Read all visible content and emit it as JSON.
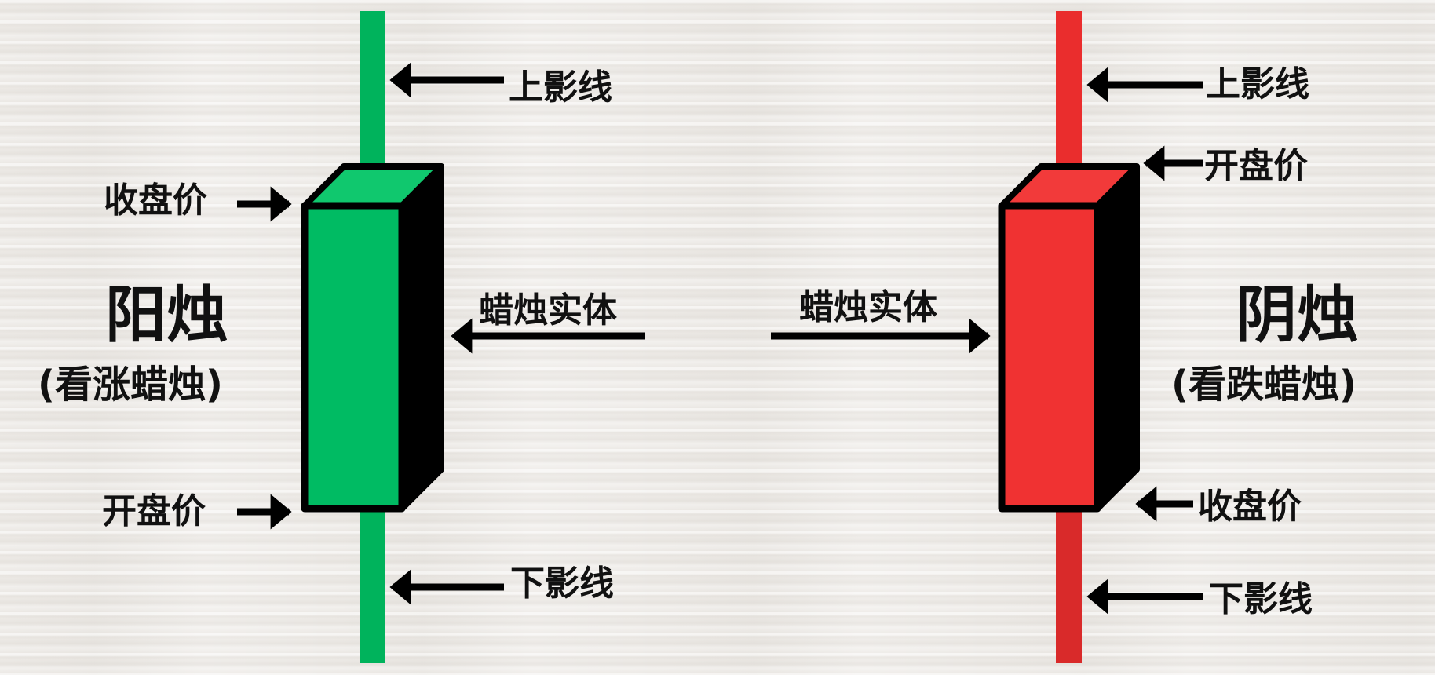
{
  "colors": {
    "bull": "#00bb63",
    "bull_top": "#10c86e",
    "bear": "#f03232",
    "bear_top": "#f23a3a",
    "outline": "#000000",
    "text": "#111111"
  },
  "bullish": {
    "title": "阳烛",
    "subtitle": "(看涨蜡烛)",
    "upper_shadow": "上影线",
    "close_price": "收盘价",
    "body": "蜡烛实体",
    "open_price": "开盘价",
    "lower_shadow": "下影线"
  },
  "bearish": {
    "title": "阴烛",
    "subtitle": "(看跌蜡烛)",
    "upper_shadow": "上影线",
    "open_price": "开盘价",
    "body": "蜡烛实体",
    "close_price": "收盘价",
    "lower_shadow": "下影线"
  }
}
